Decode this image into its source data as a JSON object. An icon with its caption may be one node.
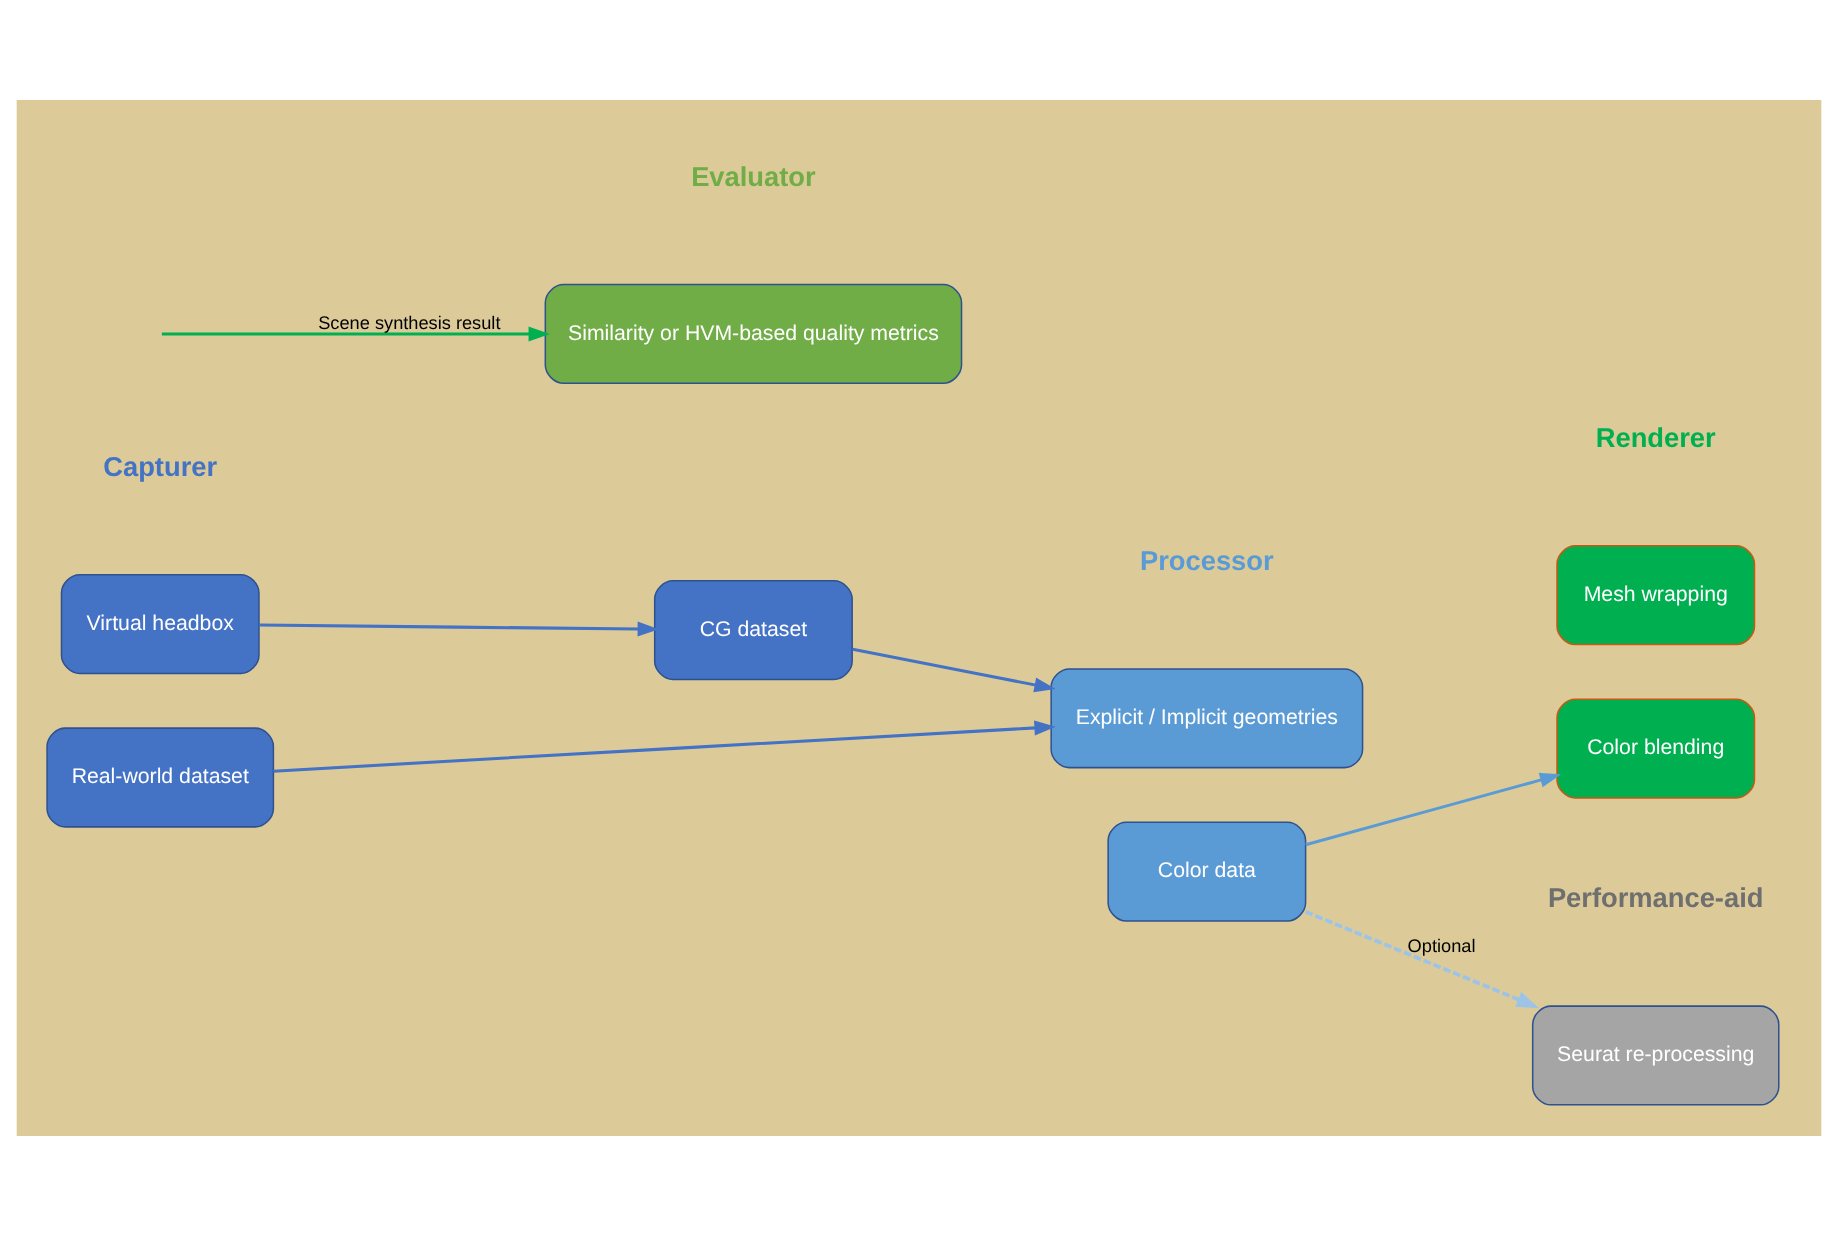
{
  "diagram": {
    "nodes": [
      {
        "text": [
          "Virtual headbox"
        ]
      },
      {
        "text": [
          "CG dataset"
        ]
      },
      {
        "text": [
          "Real-world dataset"
        ]
      },
      {
        "text": [
          "Explicit / Implicit geometries"
        ]
      },
      {
        "text": [
          "Color data"
        ]
      },
      {
        "text": [
          "Mesh wrapping"
        ]
      },
      {
        "text": [
          "Color blending"
        ]
      },
      {
        "text": [
          "Similarity or HVM-based quality metrics"
        ]
      },
      {
        "text": [
          "Seurat re-processing"
        ]
      }
    ],
    "edges": [
      {
        "from": 0,
        "to": 1,
        "arrow": "to"
      },
      {
        "from": 1,
        "to": 3,
        "arrow": "to"
      },
      {
        "from": 2,
        "to": 3,
        "arrow": "to"
      },
      {
        "from": 4,
        "to": 6,
        "arrow": "to",
        "color": "#5b9bd5"
      },
      {
        "from": 4,
        "to": 8,
        "arrow": "to",
        "style": "dashed",
        "color": "#9dc3e6",
        "label": "Optional"
      },
      {
        "from": null,
        "to": 7,
        "arrow": "to",
        "color": "#00b050",
        "label": "Scene synthesis result"
      }
    ],
    "labels": [
      "Capturer",
      "Processor",
      "Renderer",
      "Evaluator",
      "Performance-aid"
    ]
  }
}
